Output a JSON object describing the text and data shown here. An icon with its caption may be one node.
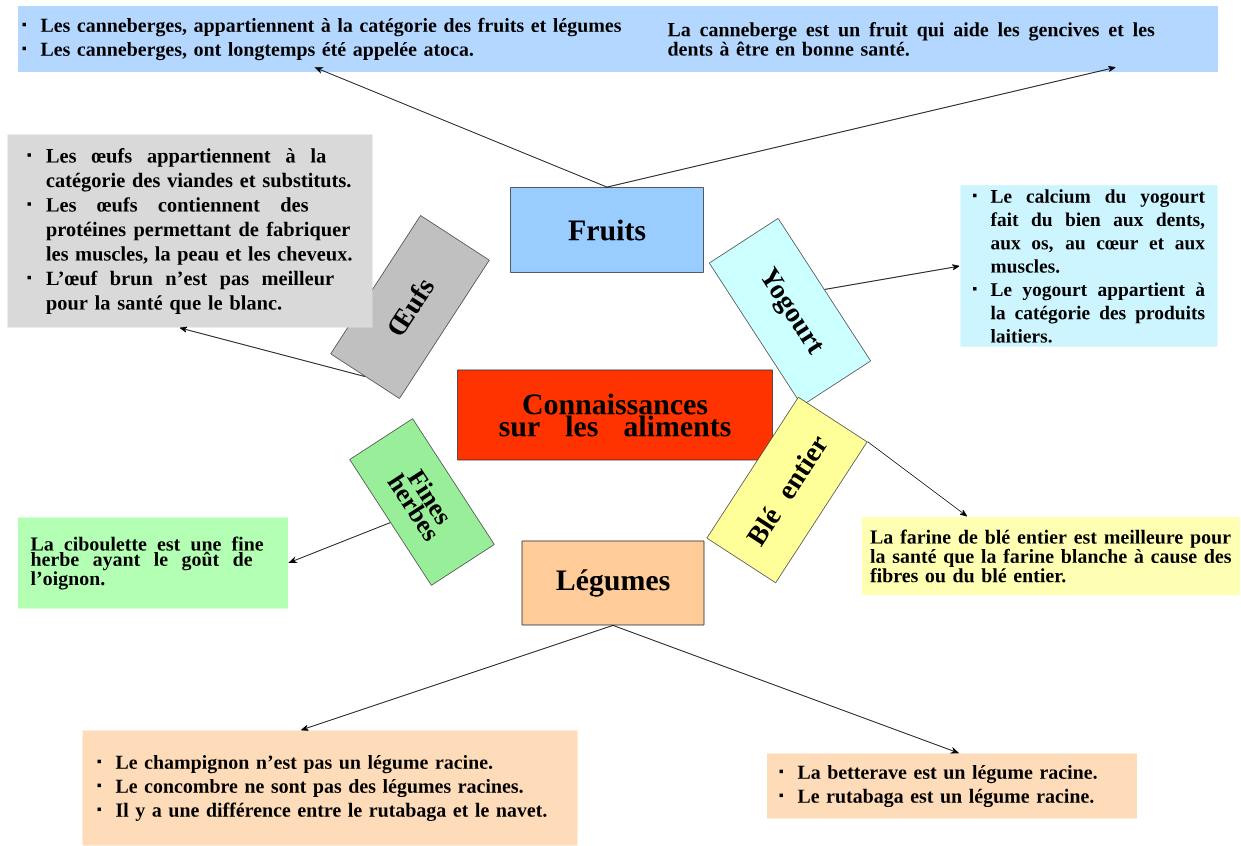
{
  "diagram": {
    "nodes": [
      {
        "text": [
          "Connaissances sur les aliments"
        ]
      },
      {
        "text": [
          "Fruits"
        ]
      },
      {
        "text": [
          "Yogourt"
        ]
      },
      {
        "text": [
          "Blé entier"
        ]
      },
      {
        "text": [
          "Légumes"
        ]
      },
      {
        "text": [
          "Fines herbes"
        ]
      },
      {
        "text": [
          "Œufs"
        ]
      },
      {
        "text": [],
        "shape": "box"
      },
      {
        "text": [
          "Les canneberges, appartiennent à la catégorie des fruits et légumes",
          "Les canneberges, ont longtemps été appelée atoca."
        ],
        "in": 7
      },
      {
        "text": [
          "La canneberge est un fruit qui aide les gencives et les dents à être en bonne santé."
        ],
        "in": 7
      },
      {
        "text": [
          "Les œufs appartiennent à la catégorie des viandes et substituts.",
          "Les œufs contiennent des protéines permettant de fabriquer les muscles, la peau et les cheveux.",
          "L’œuf brun n’est pas meilleur pour la santé que le blanc."
        ]
      },
      {
        "text": [
          "Le calcium du yogourt fait du bien aux dents, aux os, au cœur et aux muscles.",
          "Le yogourt appartient à la catégorie des produits laitiers."
        ]
      },
      {
        "text": [
          "La farine de blé entier est meilleure pour la santé que la farine blanche à cause des fibres ou du blé entier."
        ]
      },
      {
        "text": [
          "La ciboulette est une fine herbe ayant le goût de l’oignon."
        ]
      },
      {
        "text": [
          "Le champignon n’est pas un légume racine.",
          "Le concombre ne sont pas des légumes racines.",
          "Il y a une différence entre le rutabaga et le navet."
        ]
      },
      {
        "text": [
          "La betterave est un légume racine.",
          "Le rutabaga est un légume racine."
        ]
      }
    ],
    "edges": [
      {
        "from": 1,
        "to": 8,
        "arrow": "to"
      },
      {
        "from": 1,
        "to": 9,
        "arrow": "to"
      },
      {
        "from": 6,
        "to": 10,
        "arrow": "to"
      },
      {
        "from": 2,
        "to": 11,
        "arrow": "to"
      },
      {
        "from": 3,
        "to": 12,
        "arrow": "to"
      },
      {
        "from": 5,
        "to": 13,
        "arrow": "to"
      },
      {
        "from": 4,
        "to": 14,
        "arrow": "to"
      },
      {
        "from": 4,
        "to": 15,
        "arrow": "to"
      }
    ]
  }
}
